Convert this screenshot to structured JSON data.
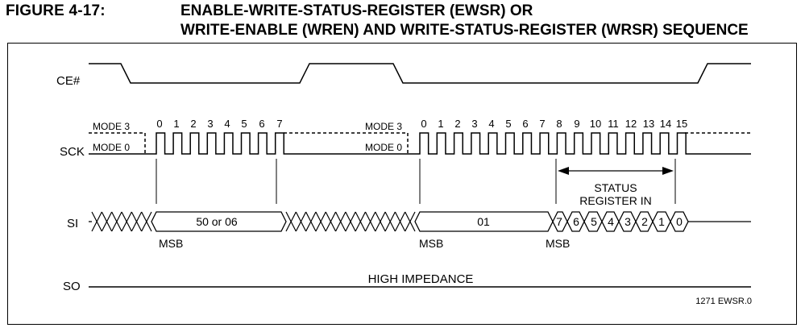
{
  "figure": {
    "number": "FIGURE 4-17:",
    "title_line1": "ENABLE-WRITE-STATUS-REGISTER (EWSR) OR",
    "title_line2": "WRITE-ENABLE (WREN) AND WRITE-STATUS-REGISTER (WRSR) SEQUENCE"
  },
  "signals": {
    "ce": "CE#",
    "sck": "SCK",
    "si": "SI",
    "so": "SO"
  },
  "modes": {
    "mode3_a": "MODE 3",
    "mode0_a": "MODE 0",
    "mode3_b": "MODE 3",
    "mode0_b": "MODE 0"
  },
  "clock_counts": {
    "first": [
      "0",
      "1",
      "2",
      "3",
      "4",
      "5",
      "6",
      "7"
    ],
    "second": [
      "0",
      "1",
      "2",
      "3",
      "4",
      "5",
      "6",
      "7",
      "8",
      "9",
      "10",
      "11",
      "12",
      "13",
      "14",
      "15"
    ]
  },
  "data": {
    "first_byte": "50 or 06",
    "second_byte": "01",
    "bits": [
      "7",
      "6",
      "5",
      "4",
      "3",
      "2",
      "1",
      "0"
    ],
    "msb1": "MSB",
    "msb2": "MSB",
    "msb3": "MSB",
    "status_line1": "STATUS",
    "status_line2": "REGISTER IN"
  },
  "so_state": "HIGH IMPEDANCE",
  "ref": "1271 EWSR.0"
}
